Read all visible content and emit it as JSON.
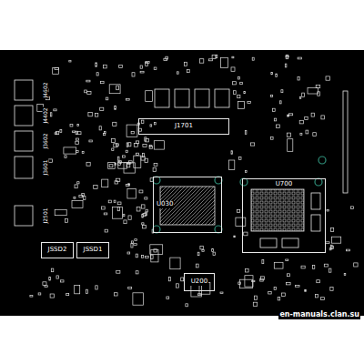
{
  "diagram": {
    "nodes": [
      {
        "text": [
          "J1701"
        ]
      },
      {
        "text": [
          "U030"
        ]
      },
      {
        "text": [
          "U700"
        ]
      },
      {
        "text": [
          "JSSD2"
        ]
      },
      {
        "text": [
          "JSSD1"
        ]
      },
      {
        "text": [
          "U200"
        ]
      }
    ],
    "labels": [
      "J4602",
      "J4402",
      "J3602",
      "J3601",
      "J2501",
      "en-manuals.clan.su"
    ]
  }
}
